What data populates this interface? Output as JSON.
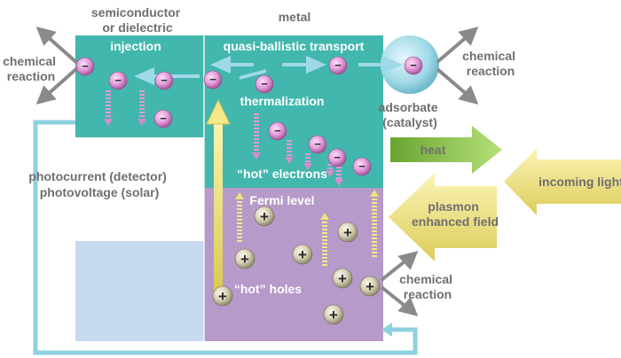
{
  "labels": {
    "semiconductor": [
      "semiconductor",
      "or dielectric"
    ],
    "metal": "metal",
    "injection": "injection",
    "quasi_ballistic": "quasi-ballistic transport",
    "thermalization": "thermalization",
    "hot_electrons": "“hot” electrons",
    "fermi_level": "Fermi level",
    "hot_holes": "“hot” holes",
    "photocurrent": [
      "photocurrent (detector)",
      "photovoltage (solar)"
    ],
    "adsorbate": [
      "adsorbate",
      "(catalyst)"
    ],
    "chemical_reaction": [
      "chemical",
      "reaction"
    ],
    "heat": "heat",
    "incoming_light": "incoming light",
    "plasmon_field": [
      "plasmon",
      "enhanced field"
    ]
  },
  "glyphs": {
    "electron": "−",
    "hole": "+"
  },
  "colors": {
    "teal": "#42b7ad",
    "purple": "#b69ac9",
    "pale_blue": "#c6d9ef",
    "circuit": "#8fd0df",
    "electron_fill": "#e7a8de",
    "hole_fill": "#d7d2b6",
    "adsorbate": "#a9deea",
    "heat_arrow": "#9ccc4e",
    "light_arrow": "#f0e47e",
    "label_gray": "#6f6f6f"
  }
}
